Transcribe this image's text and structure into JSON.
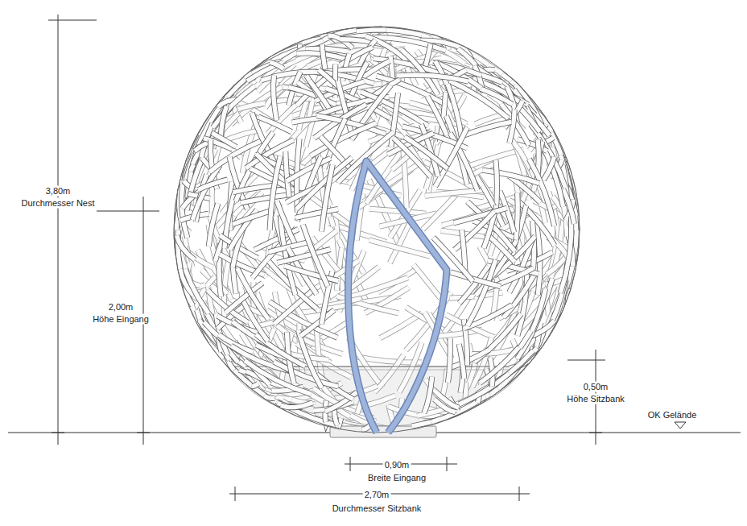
{
  "diagram": {
    "labels": [
      "3,80m",
      "Durchmesser Nest",
      "2,00m",
      "Höhe Eingang",
      "0,50m",
      "Höhe Sitzbank",
      "OK Gelände",
      "0,90m",
      "Breite Eingang",
      "2,70m",
      "Durchmesser Sitzbank"
    ]
  }
}
